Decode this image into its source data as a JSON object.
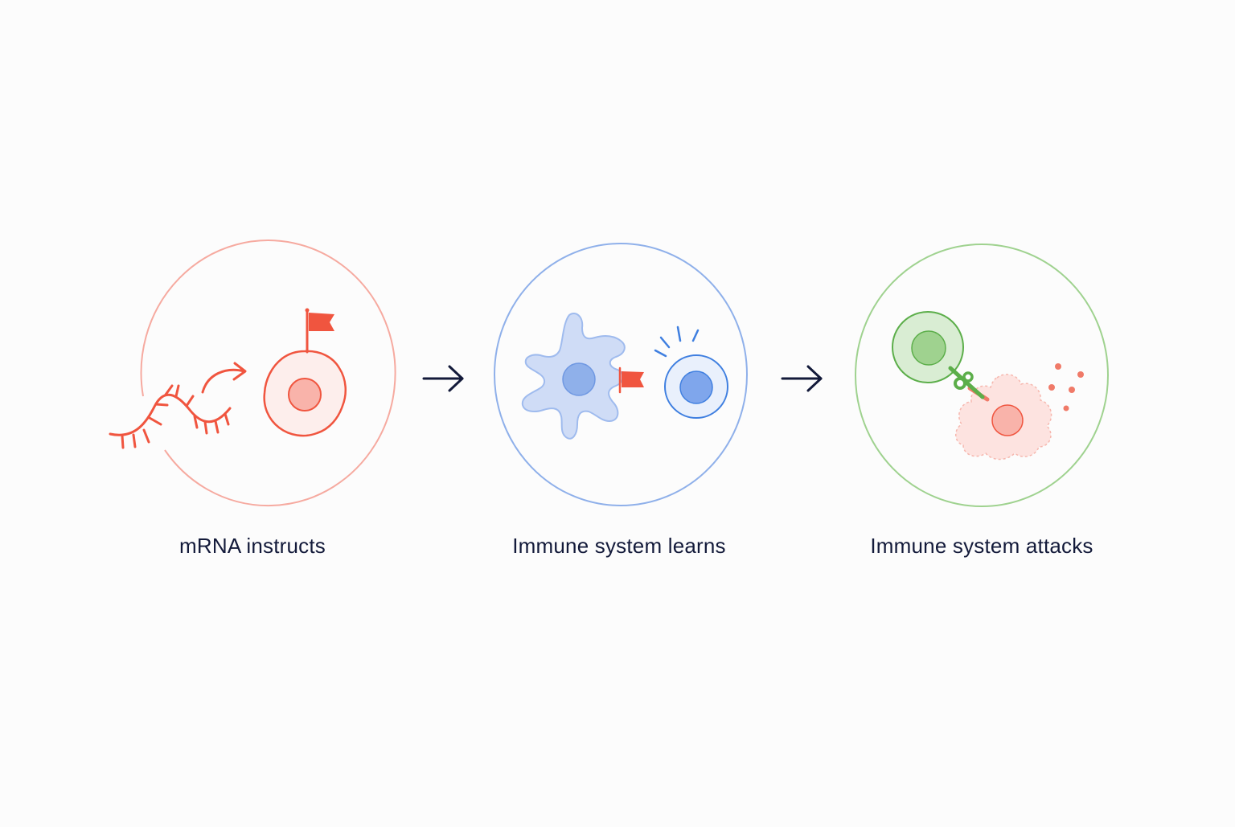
{
  "steps": [
    {
      "label": "mRNA instructs",
      "accent": "#f0553f",
      "ring": "#f6aaa0"
    },
    {
      "label": "Immune system learns",
      "accent": "#3f7fe0",
      "ring": "#8fb0ea"
    },
    {
      "label": "Immune system attacks",
      "accent": "#5cae4a",
      "ring": "#9fd28f"
    }
  ],
  "arrow_color": "#131a3a",
  "icons": {
    "step1": [
      "mrna-strand-icon",
      "curved-arrow-icon",
      "cell-icon",
      "antigen-flag-icon"
    ],
    "step2": [
      "dendritic-cell-icon",
      "antigen-flag-icon",
      "t-cell-icon",
      "signal-lines-icon"
    ],
    "step3": [
      "t-cell-icon",
      "receptor-binding-icon",
      "infected-cell-icon",
      "debris-dots-icon"
    ],
    "connectors": [
      "right-arrow-icon",
      "right-arrow-icon"
    ]
  }
}
